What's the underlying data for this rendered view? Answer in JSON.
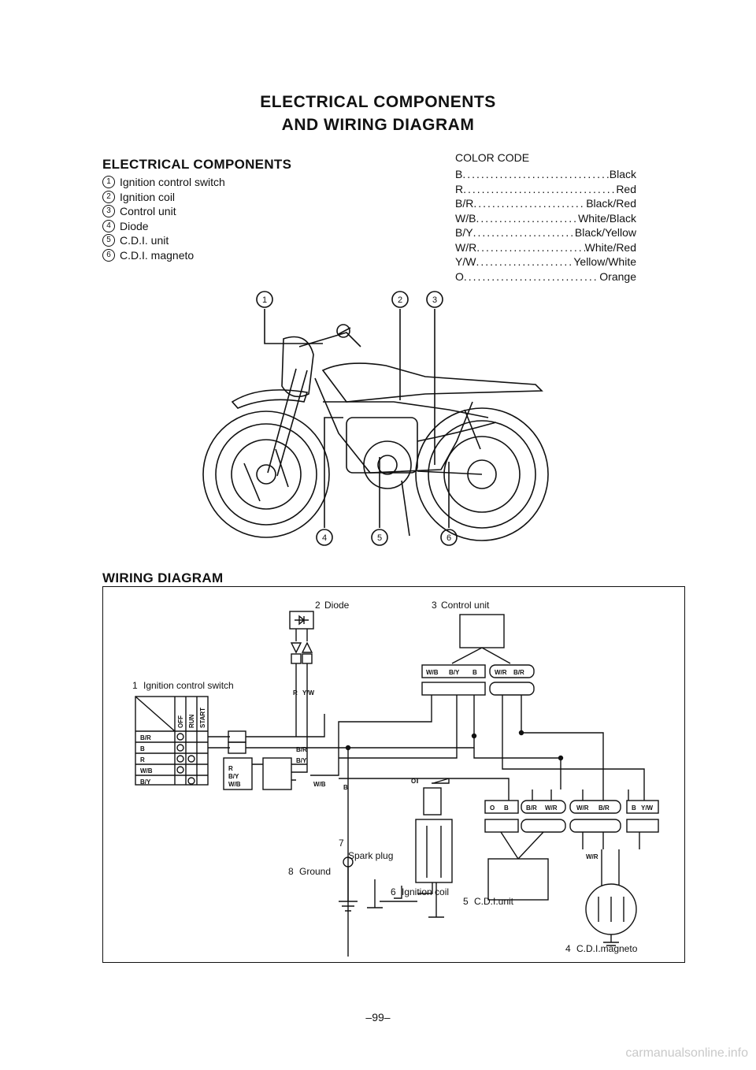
{
  "page": {
    "title_line1": "ELECTRICAL COMPONENTS",
    "title_line2": "AND WIRING DIAGRAM",
    "page_number": "–99–",
    "footer_url": "carmanualsonline.info"
  },
  "components": {
    "heading": "ELECTRICAL COMPONENTS",
    "items": [
      {
        "num": "1",
        "label": "Ignition control switch"
      },
      {
        "num": "2",
        "label": "Ignition coil"
      },
      {
        "num": "3",
        "label": "Control unit"
      },
      {
        "num": "4",
        "label": "Diode"
      },
      {
        "num": "5",
        "label": "C.D.I. unit"
      },
      {
        "num": "6",
        "label": "C.D.I. magneto"
      }
    ]
  },
  "color_code": {
    "heading": "COLOR CODE",
    "items": [
      {
        "code": "B",
        "color": "Black"
      },
      {
        "code": "R",
        "color": "Red"
      },
      {
        "code": "B/R",
        "color": "Black/Red"
      },
      {
        "code": "W/B",
        "color": "White/Black"
      },
      {
        "code": "B/Y",
        "color": "Black/Yellow"
      },
      {
        "code": "W/R",
        "color": "White/Red"
      },
      {
        "code": "Y/W",
        "color": "Yellow/White"
      },
      {
        "code": "O",
        "color": "Orange"
      }
    ]
  },
  "illustration": {
    "callouts": [
      "1",
      "2",
      "3",
      "4",
      "5",
      "6"
    ]
  },
  "wiring": {
    "heading": "WIRING DIAGRAM",
    "diode_label": "Diode",
    "control_unit_label": "Control unit",
    "switch_label": "Ignition control switch",
    "switch_positions": [
      "OFF",
      "RUN",
      "START"
    ],
    "switch_rows": [
      "B/R",
      "B",
      "R",
      "W/B",
      "B/Y"
    ],
    "spark_plug_label": "Spark plug",
    "ground_label": "Ground",
    "ignition_coil_label": "Ignition coil",
    "cdi_unit_label": "C.D.I.unit",
    "magneto_label": "C.D.I.magneto",
    "num_diode": "2",
    "num_control": "3",
    "num_switch": "1",
    "num_spark": "7",
    "num_ground": "8",
    "num_coil": "6",
    "num_cdi": "5",
    "num_magneto": "4",
    "wire_labels": {
      "r": "R",
      "yw": "Y/W",
      "wb": "W/B",
      "by": "B/Y",
      "b": "B",
      "wr": "W/R",
      "br": "B/R",
      "o": "O"
    },
    "connector_ctrl_top": [
      "W/B",
      "B/Y",
      "B"
    ],
    "connector_ctrl_top2": [
      "W/R",
      "B/R"
    ],
    "connector_sw_1": [
      "R",
      "B/Y",
      "W/B"
    ],
    "connector_cdi": [
      "O",
      "B"
    ],
    "connector_cdi2": [
      "B/R",
      "W/R"
    ],
    "connector_cdi3": [
      "W/R",
      "B/R"
    ],
    "connector_mag": [
      "B",
      "Y/W"
    ]
  }
}
